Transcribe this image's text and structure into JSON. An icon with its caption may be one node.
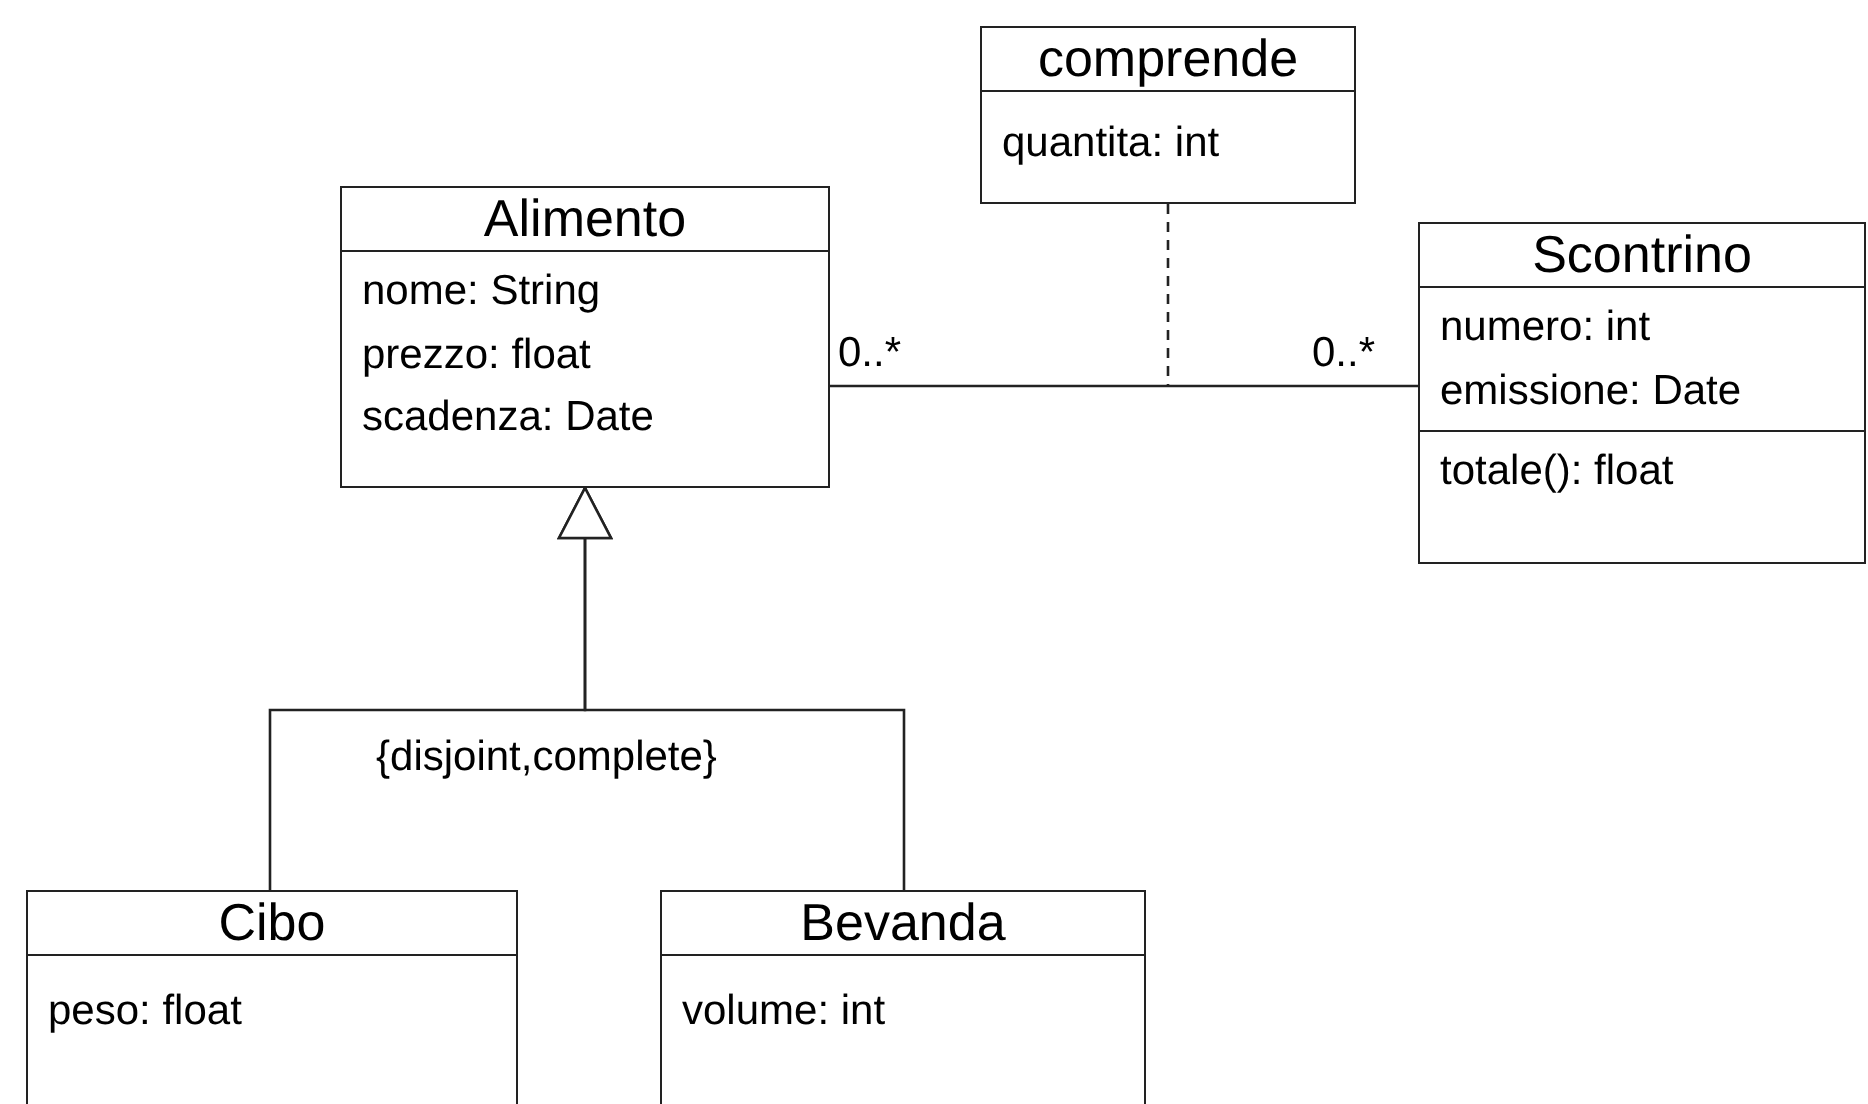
{
  "diagram": {
    "nodes": [
      {
        "text": [
          "comprende",
          "quantita: int"
        ]
      },
      {
        "text": [
          "Alimento",
          "nome: String",
          "prezzo: float",
          "scadenza: Date"
        ]
      },
      {
        "text": [
          "Scontrino",
          "numero: int",
          "emissione: Date",
          "totale(): float"
        ]
      },
      {
        "text": [
          "Cibo",
          "peso: float"
        ]
      },
      {
        "text": [
          "Bevanda",
          "volume: int"
        ]
      }
    ],
    "edges": [
      {
        "from": 1,
        "to": 2,
        "arrow": "none"
      },
      {
        "from": 0,
        "to": null,
        "arrow": "none",
        "style": "dashed"
      },
      {
        "from": 3,
        "to": 1,
        "arrow": "to"
      },
      {
        "from": 4,
        "to": 1,
        "arrow": "to"
      }
    ],
    "labels": [
      "0..*",
      "0..*",
      "{disjoint,complete}"
    ]
  }
}
